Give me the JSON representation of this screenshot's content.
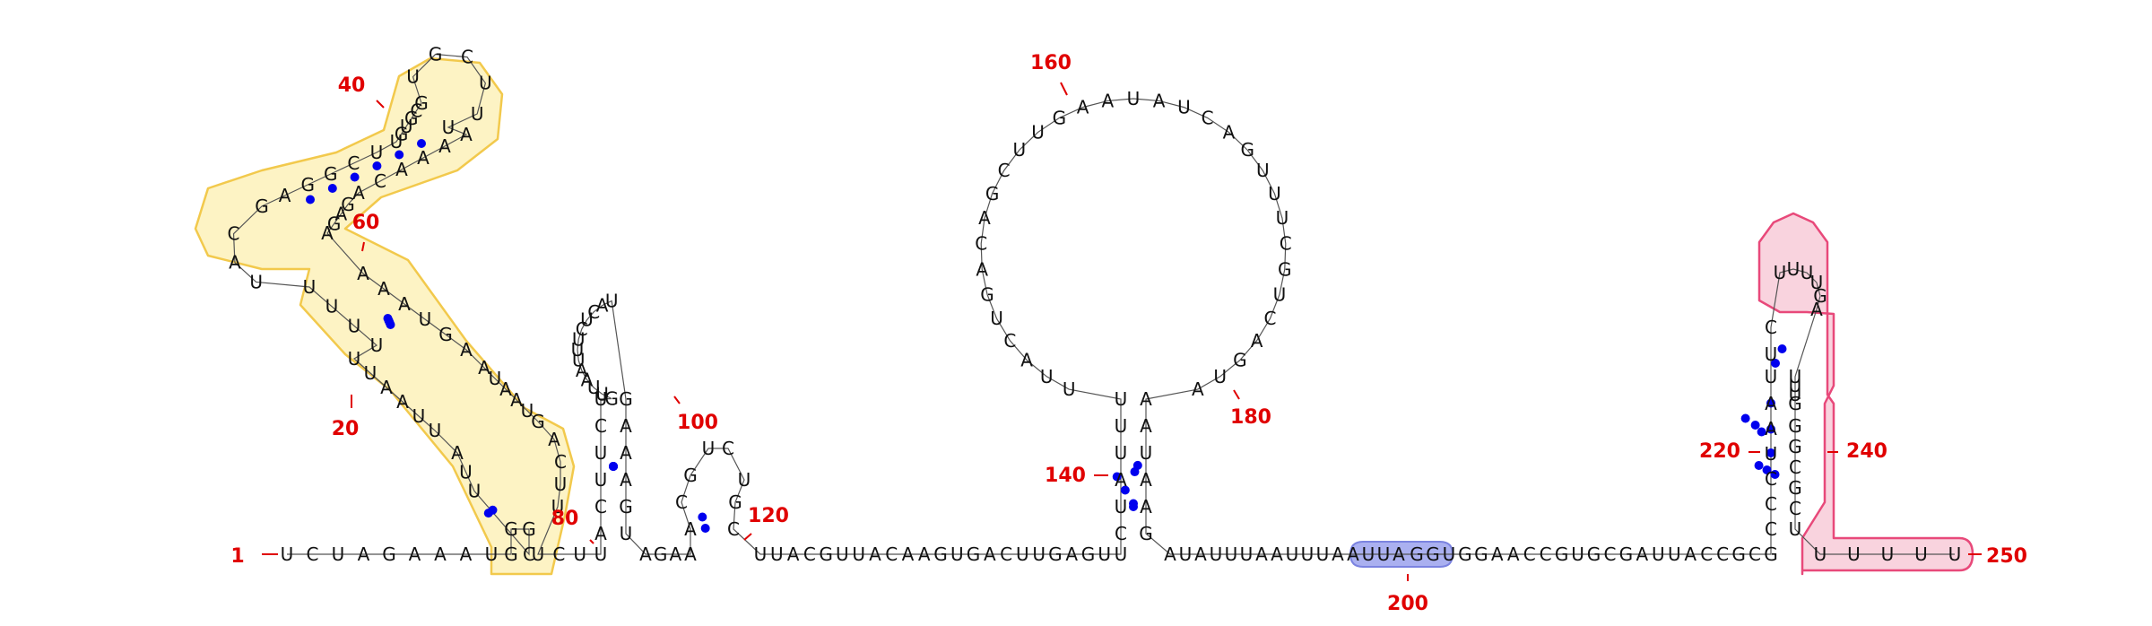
{
  "diagram": {
    "nucleotides": [
      {
        "id": "n1",
        "letter": "U"
      },
      {
        "id": "n2",
        "letter": "C"
      },
      {
        "id": "n3",
        "letter": "U"
      },
      {
        "id": "n4",
        "letter": "A"
      },
      {
        "id": "n5",
        "letter": "G"
      },
      {
        "id": "n6",
        "letter": "A"
      },
      {
        "id": "n7",
        "letter": "A"
      },
      {
        "id": "n8",
        "letter": "A"
      },
      {
        "id": "n9",
        "letter": "U"
      },
      {
        "id": "n10",
        "letter": "G"
      },
      {
        "id": "n11",
        "letter": "G"
      },
      {
        "id": "n12",
        "letter": "G"
      },
      {
        "id": "n13",
        "letter": "C"
      },
      {
        "id": "n14",
        "letter": "U"
      },
      {
        "id": "n15",
        "letter": "U"
      },
      {
        "id": "n16",
        "letter": "A"
      },
      {
        "id": "n17",
        "letter": "U"
      },
      {
        "id": "n18",
        "letter": "U"
      },
      {
        "id": "n19",
        "letter": "A"
      },
      {
        "id": "n20",
        "letter": "A"
      },
      {
        "id": "n21",
        "letter": "U"
      },
      {
        "id": "n22",
        "letter": "U"
      },
      {
        "id": "n23",
        "letter": "U"
      },
      {
        "id": "n24",
        "letter": "U"
      },
      {
        "id": "n25",
        "letter": "U"
      },
      {
        "id": "n26",
        "letter": "U"
      },
      {
        "id": "n27",
        "letter": "U"
      },
      {
        "id": "n28",
        "letter": "A"
      },
      {
        "id": "n29",
        "letter": "C"
      },
      {
        "id": "n30",
        "letter": "G"
      },
      {
        "id": "n31",
        "letter": "A"
      },
      {
        "id": "n32",
        "letter": "G"
      },
      {
        "id": "n33",
        "letter": "G"
      },
      {
        "id": "n34",
        "letter": "C"
      },
      {
        "id": "n35",
        "letter": "U"
      },
      {
        "id": "n36",
        "letter": "U"
      },
      {
        "id": "n37",
        "letter": "G"
      },
      {
        "id": "n38",
        "letter": "U"
      },
      {
        "id": "n39",
        "letter": "G"
      },
      {
        "id": "n40",
        "letter": "C"
      },
      {
        "id": "n41",
        "letter": "G"
      },
      {
        "id": "n42",
        "letter": "U"
      },
      {
        "id": "n43",
        "letter": "G"
      },
      {
        "id": "n44",
        "letter": "C"
      },
      {
        "id": "n45",
        "letter": "U"
      },
      {
        "id": "n46",
        "letter": "U"
      },
      {
        "id": "n47",
        "letter": "U"
      },
      {
        "id": "n48",
        "letter": "A"
      },
      {
        "id": "n49",
        "letter": "A"
      },
      {
        "id": "n50",
        "letter": "A"
      },
      {
        "id": "n51",
        "letter": "A"
      },
      {
        "id": "n52",
        "letter": "C"
      },
      {
        "id": "n53",
        "letter": "A"
      },
      {
        "id": "n54",
        "letter": "G"
      },
      {
        "id": "n55",
        "letter": "A"
      },
      {
        "id": "n56",
        "letter": "G"
      },
      {
        "id": "n57",
        "letter": "A"
      },
      {
        "id": "n58",
        "letter": "A"
      },
      {
        "id": "n59",
        "letter": "A"
      },
      {
        "id": "n60",
        "letter": "A"
      },
      {
        "id": "n61",
        "letter": "U"
      },
      {
        "id": "n62",
        "letter": "G"
      },
      {
        "id": "n63",
        "letter": "A"
      },
      {
        "id": "n64",
        "letter": "A"
      },
      {
        "id": "n65",
        "letter": "U"
      },
      {
        "id": "n66",
        "letter": "A"
      },
      {
        "id": "n67",
        "letter": "A"
      },
      {
        "id": "n68",
        "letter": "U"
      },
      {
        "id": "n69",
        "letter": "G"
      },
      {
        "id": "n70",
        "letter": "A"
      },
      {
        "id": "n71",
        "letter": "C"
      },
      {
        "id": "n72",
        "letter": "U"
      },
      {
        "id": "n73",
        "letter": "U"
      },
      {
        "id": "n74",
        "letter": "U"
      },
      {
        "id": "n75",
        "letter": "C"
      },
      {
        "id": "n76",
        "letter": "U"
      },
      {
        "id": "n77",
        "letter": "U"
      },
      {
        "id": "n78",
        "letter": "A"
      },
      {
        "id": "n79",
        "letter": "C"
      },
      {
        "id": "n80",
        "letter": "U"
      },
      {
        "id": "n81",
        "letter": "U"
      },
      {
        "id": "n82",
        "letter": "C"
      },
      {
        "id": "n83",
        "letter": "U"
      },
      {
        "id": "n84",
        "letter": "G"
      },
      {
        "id": "n85",
        "letter": "U"
      },
      {
        "id": "n86",
        "letter": "U"
      },
      {
        "id": "n87",
        "letter": "A"
      },
      {
        "id": "n88",
        "letter": "A"
      },
      {
        "id": "n89",
        "letter": "U"
      },
      {
        "id": "n90",
        "letter": "U"
      },
      {
        "id": "n91",
        "letter": "U"
      },
      {
        "id": "n92",
        "letter": "C"
      },
      {
        "id": "n93",
        "letter": "U"
      },
      {
        "id": "n94",
        "letter": "C"
      },
      {
        "id": "n95",
        "letter": "A"
      },
      {
        "id": "n96",
        "letter": "U"
      },
      {
        "id": "n97",
        "letter": "G"
      },
      {
        "id": "n98",
        "letter": "A"
      },
      {
        "id": "n99",
        "letter": "A"
      },
      {
        "id": "n100",
        "letter": "A"
      },
      {
        "id": "n101",
        "letter": "G"
      },
      {
        "id": "n102",
        "letter": "U"
      },
      {
        "id": "n103",
        "letter": "A"
      },
      {
        "id": "n104",
        "letter": "G"
      },
      {
        "id": "n105",
        "letter": "A"
      },
      {
        "id": "n106",
        "letter": "A"
      },
      {
        "id": "n107",
        "letter": "A"
      },
      {
        "id": "n108",
        "letter": "C"
      },
      {
        "id": "n109",
        "letter": "G"
      },
      {
        "id": "n110",
        "letter": "U"
      },
      {
        "id": "n111",
        "letter": "C"
      },
      {
        "id": "n112",
        "letter": "U"
      },
      {
        "id": "n113",
        "letter": "G"
      },
      {
        "id": "n114",
        "letter": "C"
      },
      {
        "id": "n115",
        "letter": "U"
      },
      {
        "id": "n116",
        "letter": "U"
      },
      {
        "id": "n117",
        "letter": "A"
      },
      {
        "id": "n118",
        "letter": "C"
      },
      {
        "id": "n119",
        "letter": "G"
      },
      {
        "id": "n120",
        "letter": "U"
      },
      {
        "id": "n121",
        "letter": "U"
      },
      {
        "id": "n122",
        "letter": "A"
      },
      {
        "id": "n123",
        "letter": "C"
      },
      {
        "id": "n124",
        "letter": "A"
      },
      {
        "id": "n125",
        "letter": "A"
      },
      {
        "id": "n126",
        "letter": "G"
      },
      {
        "id": "n127",
        "letter": "U"
      },
      {
        "id": "n128",
        "letter": "G"
      },
      {
        "id": "n129",
        "letter": "A"
      },
      {
        "id": "n130",
        "letter": "C"
      },
      {
        "id": "n131",
        "letter": "U"
      },
      {
        "id": "n132",
        "letter": "U"
      },
      {
        "id": "n133",
        "letter": "G"
      },
      {
        "id": "n134",
        "letter": "A"
      },
      {
        "id": "n135",
        "letter": "G"
      },
      {
        "id": "n136",
        "letter": "U"
      },
      {
        "id": "n137",
        "letter": "U"
      },
      {
        "id": "n138",
        "letter": "C"
      },
      {
        "id": "n139",
        "letter": "U"
      },
      {
        "id": "n140",
        "letter": "A"
      },
      {
        "id": "n141",
        "letter": "U"
      },
      {
        "id": "n142",
        "letter": "U"
      },
      {
        "id": "n143",
        "letter": "U"
      },
      {
        "id": "n144",
        "letter": "U"
      },
      {
        "id": "n145",
        "letter": "U"
      },
      {
        "id": "n146",
        "letter": "A"
      },
      {
        "id": "n147",
        "letter": "C"
      },
      {
        "id": "n148",
        "letter": "U"
      },
      {
        "id": "n149",
        "letter": "G"
      },
      {
        "id": "n150",
        "letter": "A"
      },
      {
        "id": "n151",
        "letter": "C"
      },
      {
        "id": "n152",
        "letter": "A"
      },
      {
        "id": "n153",
        "letter": "G"
      },
      {
        "id": "n154",
        "letter": "C"
      },
      {
        "id": "n155",
        "letter": "U"
      },
      {
        "id": "n156",
        "letter": "U"
      },
      {
        "id": "n157",
        "letter": "G"
      },
      {
        "id": "n158",
        "letter": "A"
      },
      {
        "id": "n159",
        "letter": "A"
      },
      {
        "id": "n160",
        "letter": "U"
      },
      {
        "id": "n161",
        "letter": "A"
      },
      {
        "id": "n162",
        "letter": "U"
      },
      {
        "id": "n163",
        "letter": "C"
      },
      {
        "id": "n164",
        "letter": "A"
      },
      {
        "id": "n165",
        "letter": "G"
      },
      {
        "id": "n166",
        "letter": "U"
      },
      {
        "id": "n167",
        "letter": "U"
      },
      {
        "id": "n168",
        "letter": "U"
      },
      {
        "id": "n169",
        "letter": "C"
      },
      {
        "id": "n170",
        "letter": "G"
      },
      {
        "id": "n171",
        "letter": "U"
      },
      {
        "id": "n172",
        "letter": "C"
      },
      {
        "id": "n173",
        "letter": "A"
      },
      {
        "id": "n174",
        "letter": "G"
      },
      {
        "id": "n175",
        "letter": "U"
      },
      {
        "id": "n176",
        "letter": "A"
      },
      {
        "id": "n177",
        "letter": "A"
      },
      {
        "id": "n178",
        "letter": "A"
      },
      {
        "id": "n179",
        "letter": "U"
      },
      {
        "id": "n180",
        "letter": "A"
      },
      {
        "id": "n181",
        "letter": "A"
      },
      {
        "id": "n182",
        "letter": "G"
      },
      {
        "id": "n183",
        "letter": "A"
      },
      {
        "id": "n184",
        "letter": "U"
      },
      {
        "id": "n185",
        "letter": "A"
      },
      {
        "id": "n186",
        "letter": "U"
      },
      {
        "id": "n187",
        "letter": "U"
      },
      {
        "id": "n188",
        "letter": "U"
      },
      {
        "id": "n189",
        "letter": "A"
      },
      {
        "id": "n190",
        "letter": "A"
      },
      {
        "id": "n191",
        "letter": "U"
      },
      {
        "id": "n192",
        "letter": "U"
      },
      {
        "id": "n193",
        "letter": "U"
      },
      {
        "id": "n194",
        "letter": "A"
      },
      {
        "id": "n195",
        "letter": "A"
      },
      {
        "id": "n196",
        "letter": "U"
      },
      {
        "id": "n197",
        "letter": "U"
      },
      {
        "id": "n198",
        "letter": "A"
      },
      {
        "id": "n199",
        "letter": "G"
      },
      {
        "id": "n200",
        "letter": "G"
      },
      {
        "id": "n201",
        "letter": "U"
      },
      {
        "id": "n202",
        "letter": "G"
      },
      {
        "id": "n203",
        "letter": "G"
      },
      {
        "id": "n204",
        "letter": "A"
      },
      {
        "id": "n205",
        "letter": "A"
      },
      {
        "id": "n206",
        "letter": "C"
      },
      {
        "id": "n207",
        "letter": "C"
      },
      {
        "id": "n208",
        "letter": "G"
      },
      {
        "id": "n209",
        "letter": "U"
      },
      {
        "id": "n210",
        "letter": "G"
      },
      {
        "id": "n211",
        "letter": "C"
      },
      {
        "id": "n212",
        "letter": "G"
      },
      {
        "id": "n213",
        "letter": "A"
      },
      {
        "id": "n214",
        "letter": "U"
      },
      {
        "id": "n215",
        "letter": "U"
      },
      {
        "id": "n216",
        "letter": "A"
      },
      {
        "id": "n217",
        "letter": "C"
      },
      {
        "id": "n218",
        "letter": "C"
      },
      {
        "id": "n219",
        "letter": "G"
      },
      {
        "id": "n220",
        "letter": "C"
      },
      {
        "id": "n221",
        "letter": "G"
      },
      {
        "id": "n222",
        "letter": "C"
      },
      {
        "id": "n223",
        "letter": "C"
      },
      {
        "id": "n224",
        "letter": "C"
      },
      {
        "id": "n225",
        "letter": "U"
      },
      {
        "id": "n226",
        "letter": "A"
      },
      {
        "id": "n227",
        "letter": "A"
      },
      {
        "id": "n228",
        "letter": "U"
      },
      {
        "id": "n229",
        "letter": "U"
      },
      {
        "id": "n230",
        "letter": "C"
      },
      {
        "id": "n231",
        "letter": "U"
      },
      {
        "id": "n232",
        "letter": "U"
      },
      {
        "id": "n233",
        "letter": "U"
      },
      {
        "id": "n234",
        "letter": "U"
      },
      {
        "id": "n235",
        "letter": "G"
      },
      {
        "id": "n236",
        "letter": "A"
      },
      {
        "id": "n237",
        "letter": "U"
      },
      {
        "id": "n238",
        "letter": "U"
      },
      {
        "id": "n239",
        "letter": "U"
      },
      {
        "id": "n240",
        "letter": "G"
      },
      {
        "id": "n241",
        "letter": "G"
      },
      {
        "id": "n242",
        "letter": "G"
      },
      {
        "id": "n243",
        "letter": "C"
      },
      {
        "id": "n244",
        "letter": "G"
      },
      {
        "id": "n245",
        "letter": "C"
      },
      {
        "id": "n246",
        "letter": "U"
      },
      {
        "id": "n247",
        "letter": "U"
      },
      {
        "id": "n248",
        "letter": "U"
      },
      {
        "id": "n249",
        "letter": "U"
      },
      {
        "id": "n250",
        "letter": "U"
      },
      {
        "id": "n251",
        "letter": "U"
      }
    ],
    "position_labels": [
      {
        "id": "lab1",
        "text": "1"
      },
      {
        "id": "lab20",
        "text": "20"
      },
      {
        "id": "lab40",
        "text": "40"
      },
      {
        "id": "lab60",
        "text": "60"
      },
      {
        "id": "lab80",
        "text": "80"
      },
      {
        "id": "lab100",
        "text": "100"
      },
      {
        "id": "lab120",
        "text": "120"
      },
      {
        "id": "lab140",
        "text": "140"
      },
      {
        "id": "lab160",
        "text": "160"
      },
      {
        "id": "lab180",
        "text": "180"
      },
      {
        "id": "lab200",
        "text": "200"
      },
      {
        "id": "lab220",
        "text": "220"
      },
      {
        "id": "lab240",
        "text": "240"
      },
      {
        "id": "lab250",
        "text": "250"
      }
    ],
    "base_pairs": [
      [
        "n10",
        "n15"
      ],
      [
        "n11",
        "n14"
      ],
      [
        "n23",
        "n60"
      ],
      [
        "n24",
        "n61"
      ],
      [
        "n25",
        "n62"
      ],
      [
        "n26",
        "n63"
      ],
      [
        "n30",
        "n53"
      ],
      [
        "n31",
        "n52"
      ],
      [
        "n32",
        "n51"
      ],
      [
        "n33",
        "n50"
      ],
      [
        "n34",
        "n49"
      ],
      [
        "n35",
        "n48"
      ],
      [
        "n78",
        "n97"
      ],
      [
        "n79",
        "n98"
      ],
      [
        "n80",
        "n99"
      ],
      [
        "n81",
        "n100"
      ],
      [
        "n82",
        "n101"
      ],
      [
        "n83",
        "n102"
      ],
      [
        "n104",
        "n112"
      ],
      [
        "n105",
        "n113"
      ],
      [
        "n133",
        "n175"
      ],
      [
        "n134",
        "n176"
      ],
      [
        "n135",
        "n177"
      ],
      [
        "n136",
        "n178"
      ],
      [
        "n137",
        "n179"
      ],
      [
        "n138",
        "n180"
      ],
      [
        "n215",
        "n234"
      ],
      [
        "n216",
        "n235"
      ],
      [
        "n217",
        "n236"
      ],
      [
        "n218",
        "n237"
      ],
      [
        "n219",
        "n238"
      ],
      [
        "n220",
        "n239"
      ],
      [
        "n222",
        "n228"
      ],
      [
        "n223",
        "n229"
      ],
      [
        "n224",
        "n230"
      ],
      [
        "n225",
        "n231"
      ],
      [
        "n226",
        "n232"
      ]
    ],
    "colors": {
      "highlight_yellow_fill": "#fdf3c4",
      "highlight_yellow_stroke": "#f2c94c",
      "highlight_blue_fill": "#aab0f0",
      "highlight_blue_stroke": "#7b83e0",
      "highlight_pink_fill": "#f9d3de",
      "highlight_pink_stroke": "#e8497a",
      "pair_dot": "#0000ee",
      "label_red": "#e00000",
      "backbone": "#555555"
    }
  }
}
